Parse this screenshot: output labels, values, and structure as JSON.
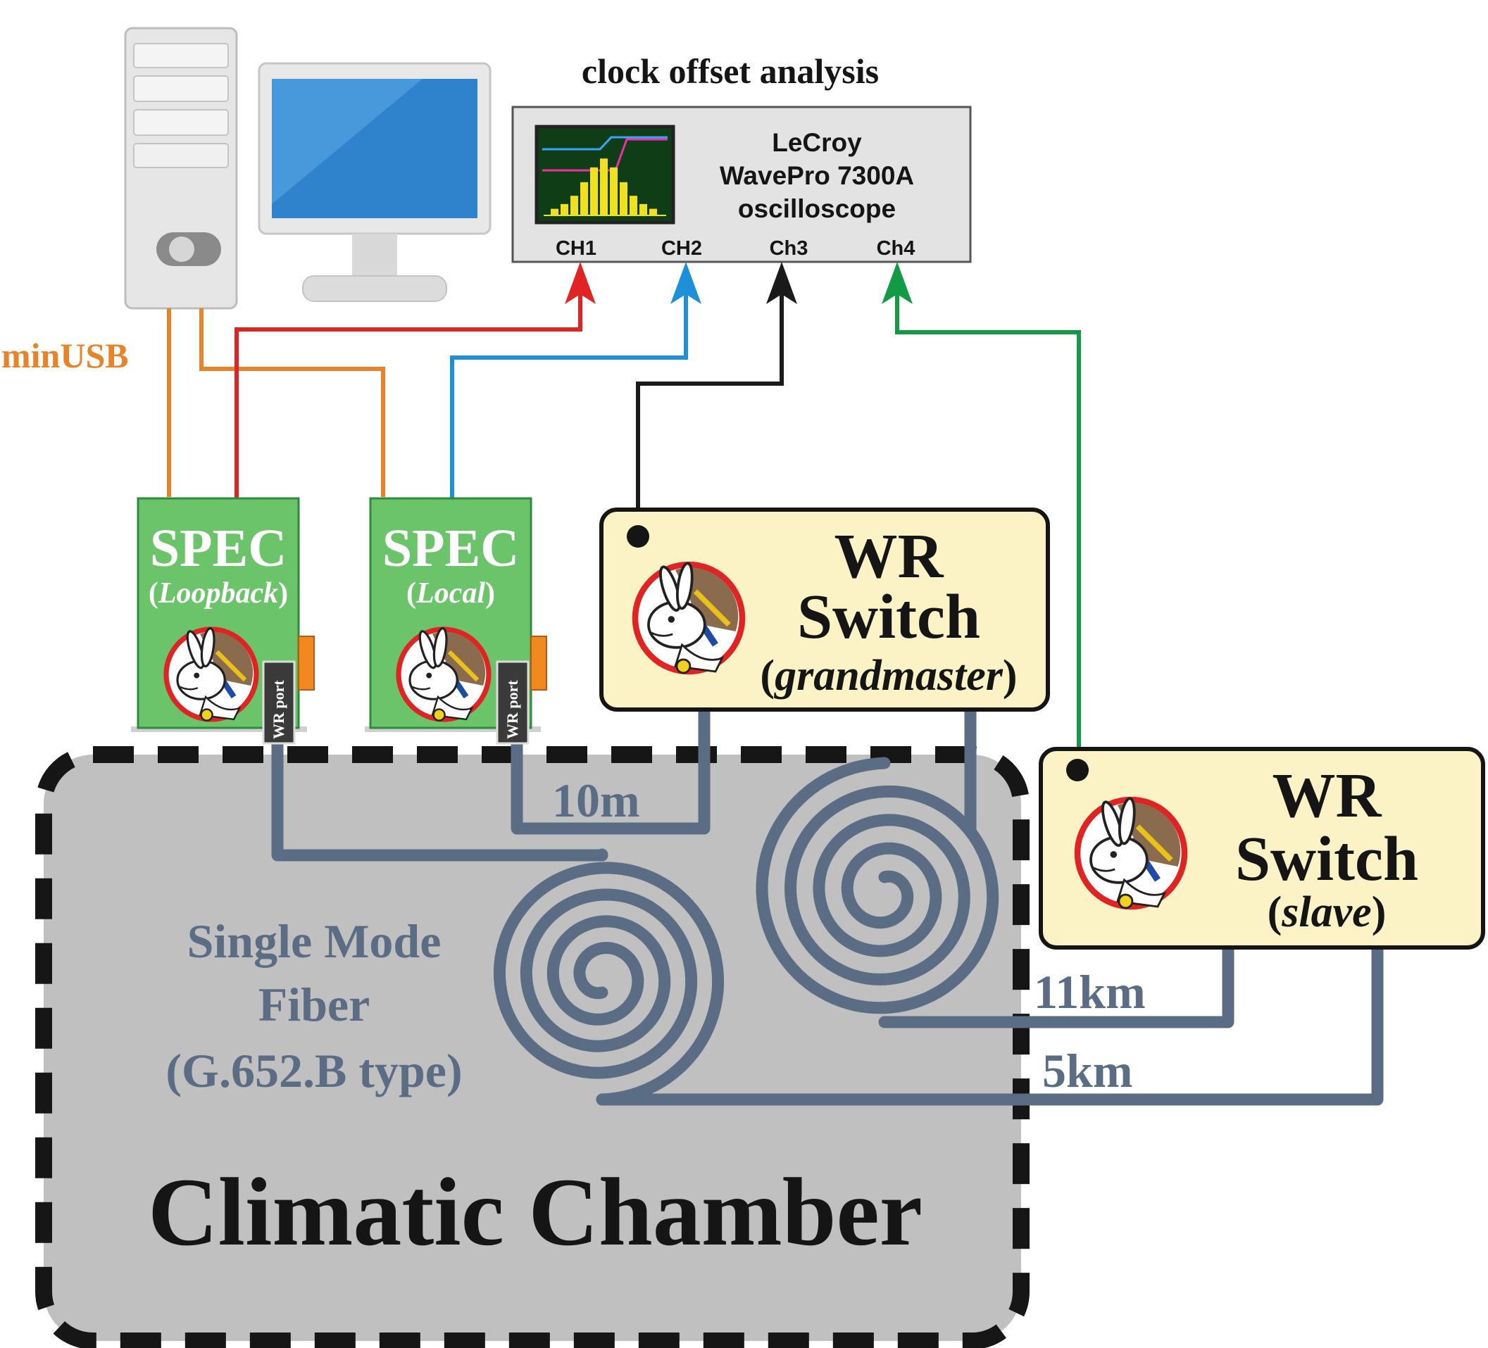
{
  "title": "clock offset analysis",
  "oscilloscope": {
    "line1": "LeCroy",
    "line2": "WavePro 7300A",
    "line3": "oscilloscope",
    "channels": [
      "CH1",
      "CH2",
      "Ch3",
      "Ch4"
    ],
    "histogram": [
      0.1,
      0.18,
      0.32,
      0.55,
      0.8,
      0.95,
      0.8,
      0.55,
      0.32,
      0.18,
      0.1
    ]
  },
  "usb_label": "minUSB",
  "spec_loopback": {
    "title": "SPEC",
    "subtitle": "Loopback",
    "port": "WR port"
  },
  "spec_local": {
    "title": "SPEC",
    "subtitle": "Local",
    "port": "WR port"
  },
  "switch_grandmaster": {
    "line1": "WR",
    "line2": "Switch",
    "role": "grandmaster"
  },
  "switch_slave": {
    "line1": "WR",
    "line2": "Switch",
    "role": "slave"
  },
  "fiber": {
    "label1": "Single Mode",
    "label2": "Fiber",
    "label3": "(G.652.B type)",
    "len_short": "10m",
    "len_11km": "11km",
    "len_5km": "5km"
  },
  "chamber_label": "Climatic Chamber",
  "colors": {
    "ch1": "#e02424",
    "ch2": "#1e90d8",
    "ch3": "#1a1a1a",
    "ch4": "#129a44",
    "usb": "#e8832a",
    "fiber": "#5b6d85",
    "chamber": "#c0c0c0",
    "spec_green": "#6cc46a",
    "switch_yellow": "#fbf3c6"
  }
}
